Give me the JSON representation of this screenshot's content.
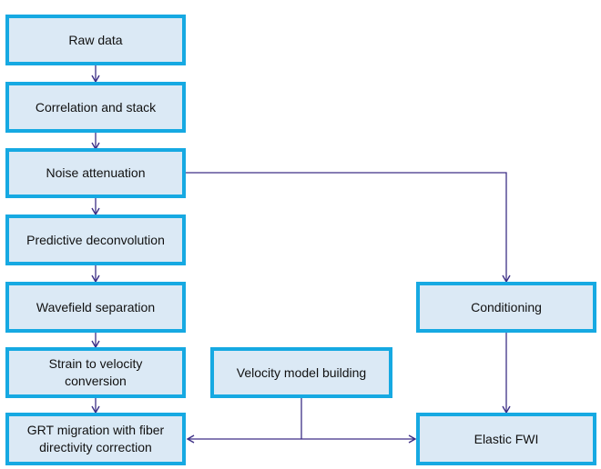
{
  "diagram": {
    "colors": {
      "box_fill": "#dbe9f5",
      "box_border": "#16a9e2",
      "arrow": "#3d2f86"
    },
    "nodes": {
      "raw_data": "Raw data",
      "correlation": "Correlation and stack",
      "noise": "Noise attenuation",
      "deconvolution": "Predictive deconvolution",
      "wavefield": "Wavefield separation",
      "strain": "Strain to velocity\nconversion",
      "grt": "GRT migration with fiber\ndirectivity correction",
      "velocity_model": "Velocity model building",
      "conditioning": "Conditioning",
      "elastic_fwi": "Elastic FWI"
    },
    "edges": [
      [
        "raw_data",
        "correlation"
      ],
      [
        "correlation",
        "noise"
      ],
      [
        "noise",
        "deconvolution"
      ],
      [
        "deconvolution",
        "wavefield"
      ],
      [
        "wavefield",
        "strain"
      ],
      [
        "strain",
        "grt"
      ],
      [
        "noise",
        "conditioning"
      ],
      [
        "conditioning",
        "elastic_fwi"
      ],
      [
        "velocity_model",
        "grt"
      ],
      [
        "velocity_model",
        "elastic_fwi"
      ]
    ]
  }
}
